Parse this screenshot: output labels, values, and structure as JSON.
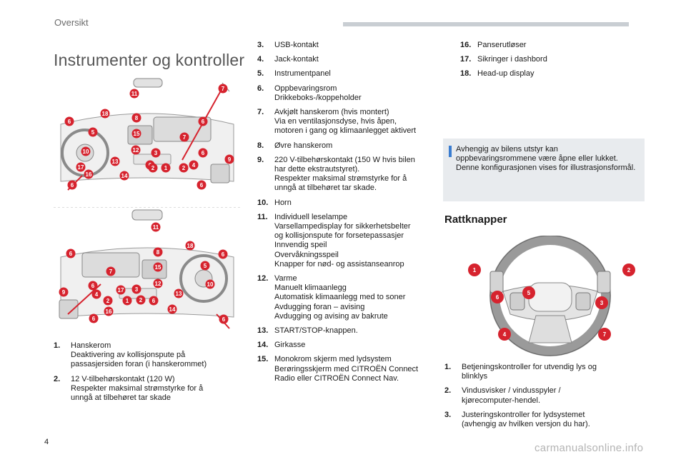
{
  "header": {
    "section": "Oversikt"
  },
  "title": "Instrumenter og kontroller",
  "page_number": "4",
  "watermark": "carmanualsonline.info",
  "col1_items": [
    {
      "num": "1.",
      "lines": [
        "Hanskerom",
        "Deaktivering av kollisjonspute på",
        "passasjersiden foran (i hanskerommet)"
      ]
    },
    {
      "num": "2.",
      "lines": [
        "12 V-tilbehørskontakt (120 W)",
        "Respekter maksimal strømstyrke for å",
        "unngå at tilbehøret tar skade"
      ]
    }
  ],
  "col2_items": [
    {
      "num": "3.",
      "lines": [
        "USB-kontakt"
      ]
    },
    {
      "num": "4.",
      "lines": [
        "Jack-kontakt"
      ]
    },
    {
      "num": "5.",
      "lines": [
        "Instrumentpanel"
      ]
    },
    {
      "num": "6.",
      "lines": [
        "Oppbevaringsrom",
        "Drikkeboks-/koppeholder"
      ]
    },
    {
      "num": "7.",
      "lines": [
        "Avkjølt hanskerom (hvis montert)",
        "Via en ventilasjonsdyse, hvis åpen,",
        "motoren i gang og klimaanlegget aktivert"
      ]
    },
    {
      "num": "8.",
      "lines": [
        "Øvre hanskerom"
      ]
    },
    {
      "num": "9.",
      "lines": [
        "220 V-tilbehørskontakt (150 W hvis bilen",
        "har dette ekstrautstyret).",
        "Respekter maksimal strømstyrke for å",
        "unngå at tilbehøret tar skade."
      ]
    },
    {
      "num": "10.",
      "lines": [
        "Horn"
      ]
    },
    {
      "num": "11.",
      "lines": [
        "Individuell leselampe",
        "Varsellampedisplay for sikkerhetsbelter",
        "og kollisjonspute for forsetepassasjer",
        "Innvendig speil",
        "Overvåkningsspeil",
        "Knapper for nød- og assistanseanrop"
      ]
    },
    {
      "num": "12.",
      "lines": [
        "Varme",
        "Manuelt klimaanlegg",
        "Automatisk klimaanlegg med to soner",
        "Avdugging foran – avising",
        "Avdugging og avising av bakrute"
      ]
    },
    {
      "num": "13.",
      "lines": [
        "START/STOP-knappen."
      ]
    },
    {
      "num": "14.",
      "lines": [
        "Girkasse"
      ]
    },
    {
      "num": "15.",
      "lines": [
        "Monokrom skjerm med lydsystem",
        "Berøringsskjerm med CITROËN Connect",
        "Radio eller CITROËN Connect Nav."
      ]
    }
  ],
  "col3_items": [
    {
      "num": "16.",
      "lines": [
        "Panserutløser"
      ]
    },
    {
      "num": "17.",
      "lines": [
        "Sikringer i dashbord"
      ]
    },
    {
      "num": "18.",
      "lines": [
        "Head-up display"
      ]
    }
  ],
  "note": "Avhengig av bilens utstyr kan oppbevaringsrommene være åpne eller lukket. Denne konfigurasjonen vises for illustrasjonsformål.",
  "steering_title": "Rattknapper",
  "wheel_items": [
    {
      "num": "1.",
      "lines": [
        "Betjeningskontroller for utvendig lys og",
        "blinklys"
      ]
    },
    {
      "num": "2.",
      "lines": [
        "Vindusvisker / vindusspyler /",
        "kjørecomputer-hendel."
      ]
    },
    {
      "num": "3.",
      "lines": [
        "Justeringskontroller for lydsystemet",
        "(avhengig av hvilken versjon du har)."
      ]
    }
  ],
  "dash1_badges": [
    "11",
    "7",
    "6",
    "18",
    "8",
    "6",
    "5",
    "15",
    "7",
    "10",
    "12",
    "3",
    "6",
    "13",
    "6",
    "2",
    "1",
    "2",
    "4",
    "9",
    "17",
    "16",
    "14",
    "6",
    "6"
  ],
  "dash2_badges": [
    "11",
    "18",
    "6",
    "8",
    "6",
    "15",
    "5",
    "7",
    "10",
    "12",
    "9",
    "6",
    "17",
    "3",
    "4",
    "2",
    "1",
    "2",
    "6",
    "13",
    "16",
    "14",
    "6",
    "6"
  ],
  "wheel_badges": [
    "1",
    "2",
    "6",
    "5",
    "3",
    "4",
    "7"
  ],
  "colors": {
    "accent": "#d6232e",
    "note_bg": "#e8ebee",
    "note_bar": "#3a7dd0",
    "header_bar": "#c9ced3"
  }
}
